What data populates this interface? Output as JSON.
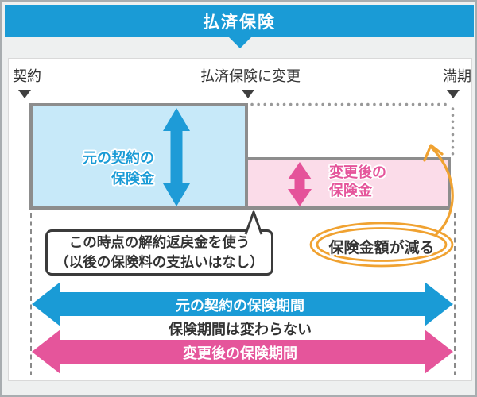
{
  "title": "払済保険",
  "timeline": {
    "start_label": "契約",
    "change_label": "払済保険に変更",
    "end_label": "満期"
  },
  "original_box": {
    "line1": "元の契約の",
    "line2": "保険金"
  },
  "after_box": {
    "line1": "変更後の",
    "line2": "保険金"
  },
  "callout": {
    "line1": "この時点の解約返戻金を使う",
    "line2": "（以後の保険料の支払いはなし）"
  },
  "highlight": {
    "label": "保険金額が減る"
  },
  "period_bars": {
    "original_label": "元の契約の保険期間",
    "note": "保険期間は変わらない",
    "after_label": "変更後の保険期間"
  },
  "icons": {
    "header_pointer": "down-triangle-icon",
    "timeline_markers": "down-triangle-icon",
    "vertical_arrows": "double-headed-vertical-arrow-icon",
    "period_arrows": "double-headed-horizontal-arrow-icon",
    "decrease_arrow": "curved-up-arrow-icon"
  },
  "colors": {
    "blue": "#1a9bd6",
    "pink": "#e5559b",
    "light_blue": "#c7e9f9",
    "light_pink": "#fbdce9",
    "orange": "#f0a231",
    "box_border_gray": "#8d8d8d",
    "dark_border": "#3b3b3b",
    "text_dark": "#333333",
    "page_background": "#eef0f0"
  }
}
